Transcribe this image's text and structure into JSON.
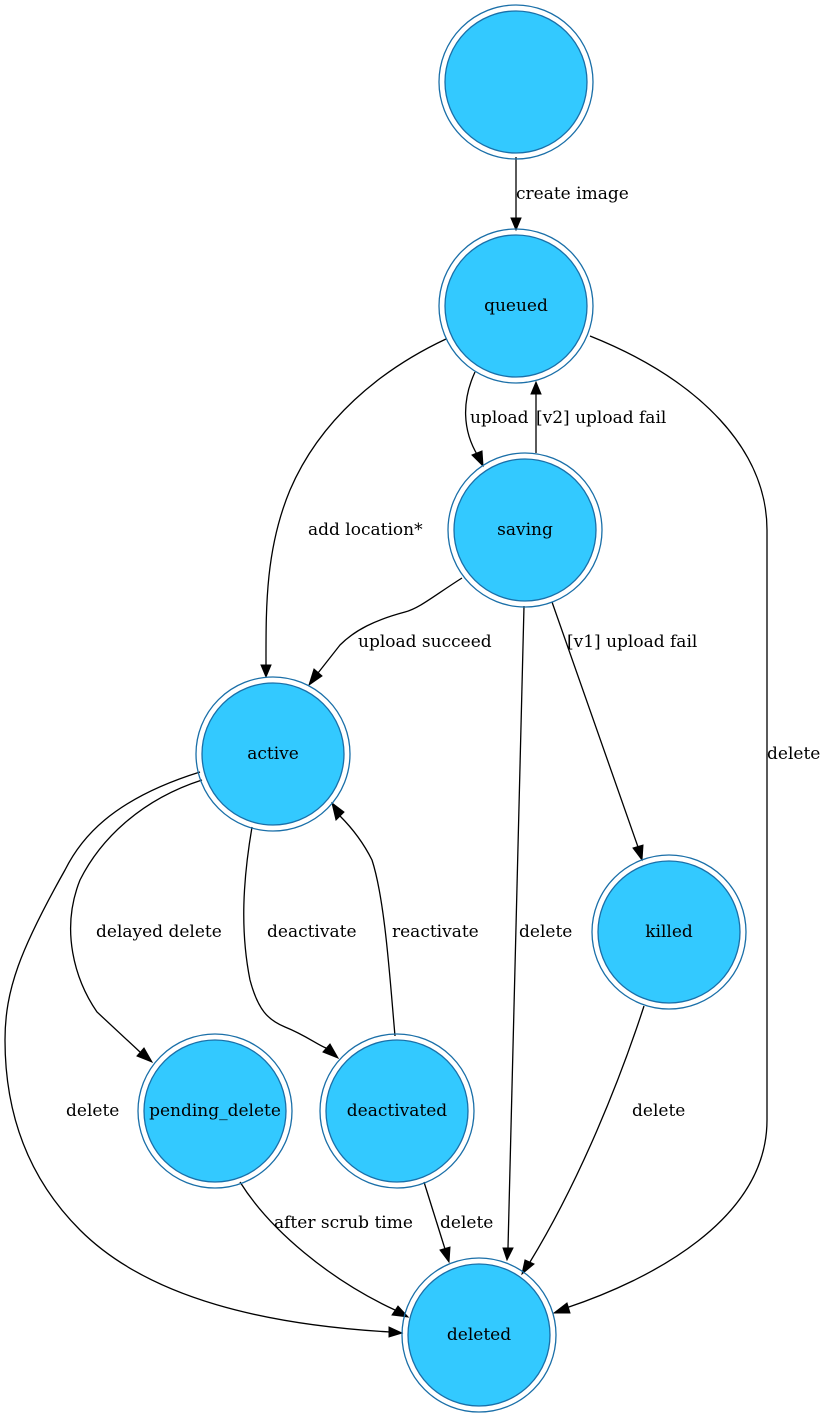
{
  "colors": {
    "node_fill": "#33c9ff",
    "node_stroke": "#1a6fa8",
    "edge": "#000000"
  },
  "nodes": {
    "start": "",
    "queued": "queued",
    "saving": "saving",
    "active": "active",
    "killed": "killed",
    "pending_delete": "pending_delete",
    "deactivated": "deactivated",
    "deleted": "deleted"
  },
  "edges": {
    "start_queued": "create image",
    "queued_saving": "upload",
    "saving_queued": "[v2] upload fail",
    "queued_active": "add location*",
    "saving_active": "upload succeed",
    "saving_killed": "[v1] upload fail",
    "queued_deleted": "delete",
    "saving_deleted": "delete",
    "active_pending_delete": "delayed delete",
    "active_deactivated": "deactivate",
    "deactivated_active": "reactivate",
    "active_deleted": "delete",
    "killed_deleted": "delete",
    "pending_delete_deleted": "after scrub time",
    "deactivated_deleted": "delete"
  }
}
